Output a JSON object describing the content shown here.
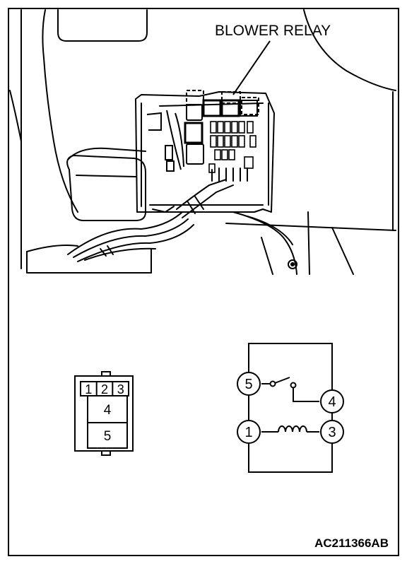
{
  "callout": {
    "label": "BLOWER RELAY"
  },
  "connector": {
    "pins_top": [
      "1",
      "2",
      "3"
    ],
    "pin_mid": "4",
    "pin_bottom": "5"
  },
  "schematic": {
    "terminal_5": "5",
    "terminal_4": "4",
    "terminal_1": "1",
    "terminal_3": "3"
  },
  "figure_id": "AC211366AB"
}
